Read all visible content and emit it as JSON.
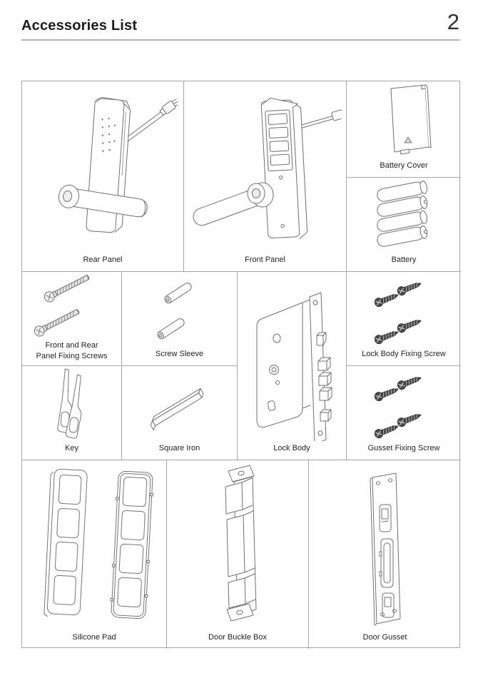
{
  "page": {
    "title": "Accessories List",
    "page_number": "2"
  },
  "accessories": [
    {
      "label": "Rear Panel",
      "illustration": "rear-panel-illustration"
    },
    {
      "label": "Front Panel",
      "illustration": "front-panel-illustration"
    },
    {
      "label": "Battery Cover",
      "illustration": "battery-cover-illustration"
    },
    {
      "label": "Battery",
      "illustration": "battery-illustration"
    },
    {
      "label": "Front and Rear\nPanel Fixing Screws",
      "illustration": "panel-fixing-screws-illustration"
    },
    {
      "label": "Screw Sleeve",
      "illustration": "screw-sleeve-illustration"
    },
    {
      "label": "Lock Body",
      "illustration": "lock-body-illustration"
    },
    {
      "label": "Lock Body Fixing Screw",
      "illustration": "lock-body-fixing-screw-illustration"
    },
    {
      "label": "Key",
      "illustration": "key-illustration"
    },
    {
      "label": "Square Iron",
      "illustration": "square-iron-illustration"
    },
    {
      "label": "Gusset Fixing Screw",
      "illustration": "gusset-fixing-screw-illustration"
    },
    {
      "label": "Silicone Pad",
      "illustration": "silicone-pad-illustration"
    },
    {
      "label": "Door Buckle Box",
      "illustration": "door-buckle-box-illustration"
    },
    {
      "label": "Door Gusset",
      "illustration": "door-gusset-illustration"
    }
  ],
  "colors": {
    "text": "#232323",
    "grid_border": "#a7a7a7",
    "header_rule": "#b4b4b4",
    "line_art": "#6f6f6f",
    "screw_dark": "#4b4b4b"
  }
}
